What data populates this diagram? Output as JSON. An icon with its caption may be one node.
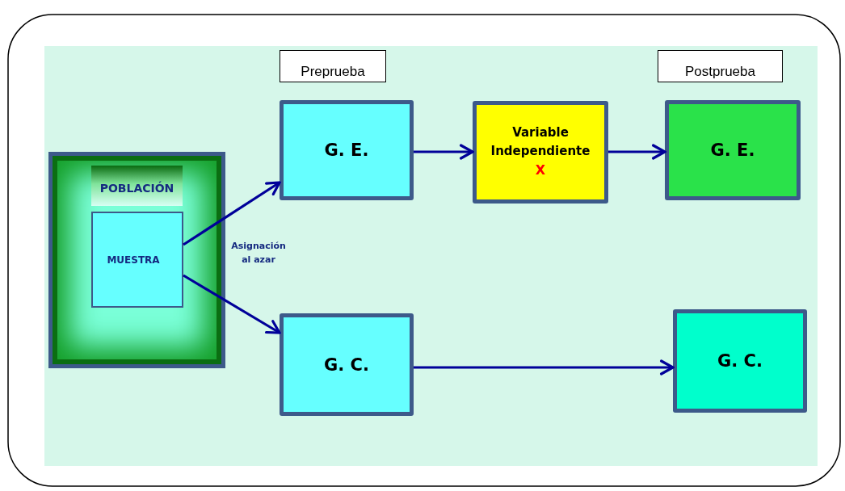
{
  "diagram": {
    "nodes": [
      {
        "text": [
          "Preprueba"
        ]
      },
      {
        "text": [
          "Postprueba"
        ]
      },
      {
        "text": [
          "POBLACIÓN"
        ]
      },
      {
        "text": [
          "MUESTRA"
        ],
        "in": 2
      },
      {
        "text": [
          "G. E."
        ]
      },
      {
        "text": [
          "Variable Independiente",
          "X"
        ]
      },
      {
        "text": [
          "G. E."
        ]
      },
      {
        "text": [
          "G. C."
        ]
      },
      {
        "text": [
          "G. C."
        ]
      }
    ],
    "edges": [
      {
        "from": 3,
        "to": 4,
        "arrow": "to"
      },
      {
        "from": 3,
        "to": 7,
        "arrow": "to"
      },
      {
        "from": 4,
        "to": 5,
        "arrow": "to"
      },
      {
        "from": 5,
        "to": 6,
        "arrow": "to"
      },
      {
        "from": 7,
        "to": 8,
        "arrow": "to"
      }
    ],
    "labels": [
      "Asignación al azar"
    ]
  }
}
